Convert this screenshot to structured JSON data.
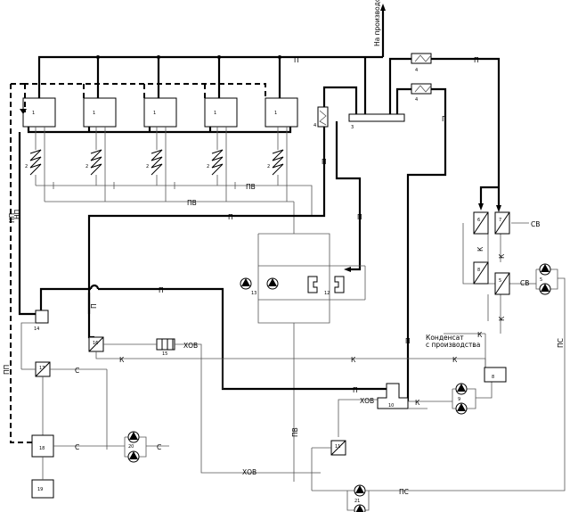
{
  "labels": {
    "p": "П",
    "np": "НП",
    "pp": "ПП",
    "pv": "ПВ",
    "sv": "СВ",
    "k": "К",
    "khov": "ХОВ",
    "s": "С",
    "ps": "ПС",
    "to_production": "На производство",
    "condensate_1": "Конденсат",
    "condensate_2": "с производства"
  },
  "numbers": {
    "boiler": "1",
    "economizer": "2",
    "collector": "3",
    "rou": "4",
    "heater_pair_top": "6",
    "heater_top_right": "7",
    "heater_pair_mid": "8",
    "heater_mid_right": "5",
    "pump_right": "5",
    "tank_cond": "8",
    "pump_cond": "9",
    "deaerator": "10",
    "heater_cw": "11",
    "pump_feed_2": "12",
    "pump_feed_1": "13",
    "rnp": "14",
    "filter": "15",
    "heater_16": "16",
    "heater_17": "17",
    "tank_18": "18",
    "tank_19": "19",
    "pump_20": "20",
    "pump_21": "21"
  }
}
